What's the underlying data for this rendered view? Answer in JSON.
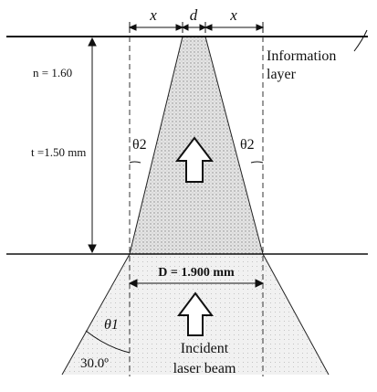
{
  "diagram": {
    "dimensions": {
      "x_left": "x",
      "d": "d",
      "x_right": "x"
    },
    "labels": {
      "refractive_index": "n = 1.60",
      "thickness": "t =1.50 mm",
      "theta2_left": "θ2",
      "theta2_right": "θ2",
      "theta1": "θ1",
      "incidence_angle": "30.0º",
      "beam_width": "D = 1.900 mm",
      "information_layer_line1": "Information",
      "information_layer_line2": "layer",
      "incident_line1": "Incident",
      "incident_line2": "laser beam"
    }
  }
}
